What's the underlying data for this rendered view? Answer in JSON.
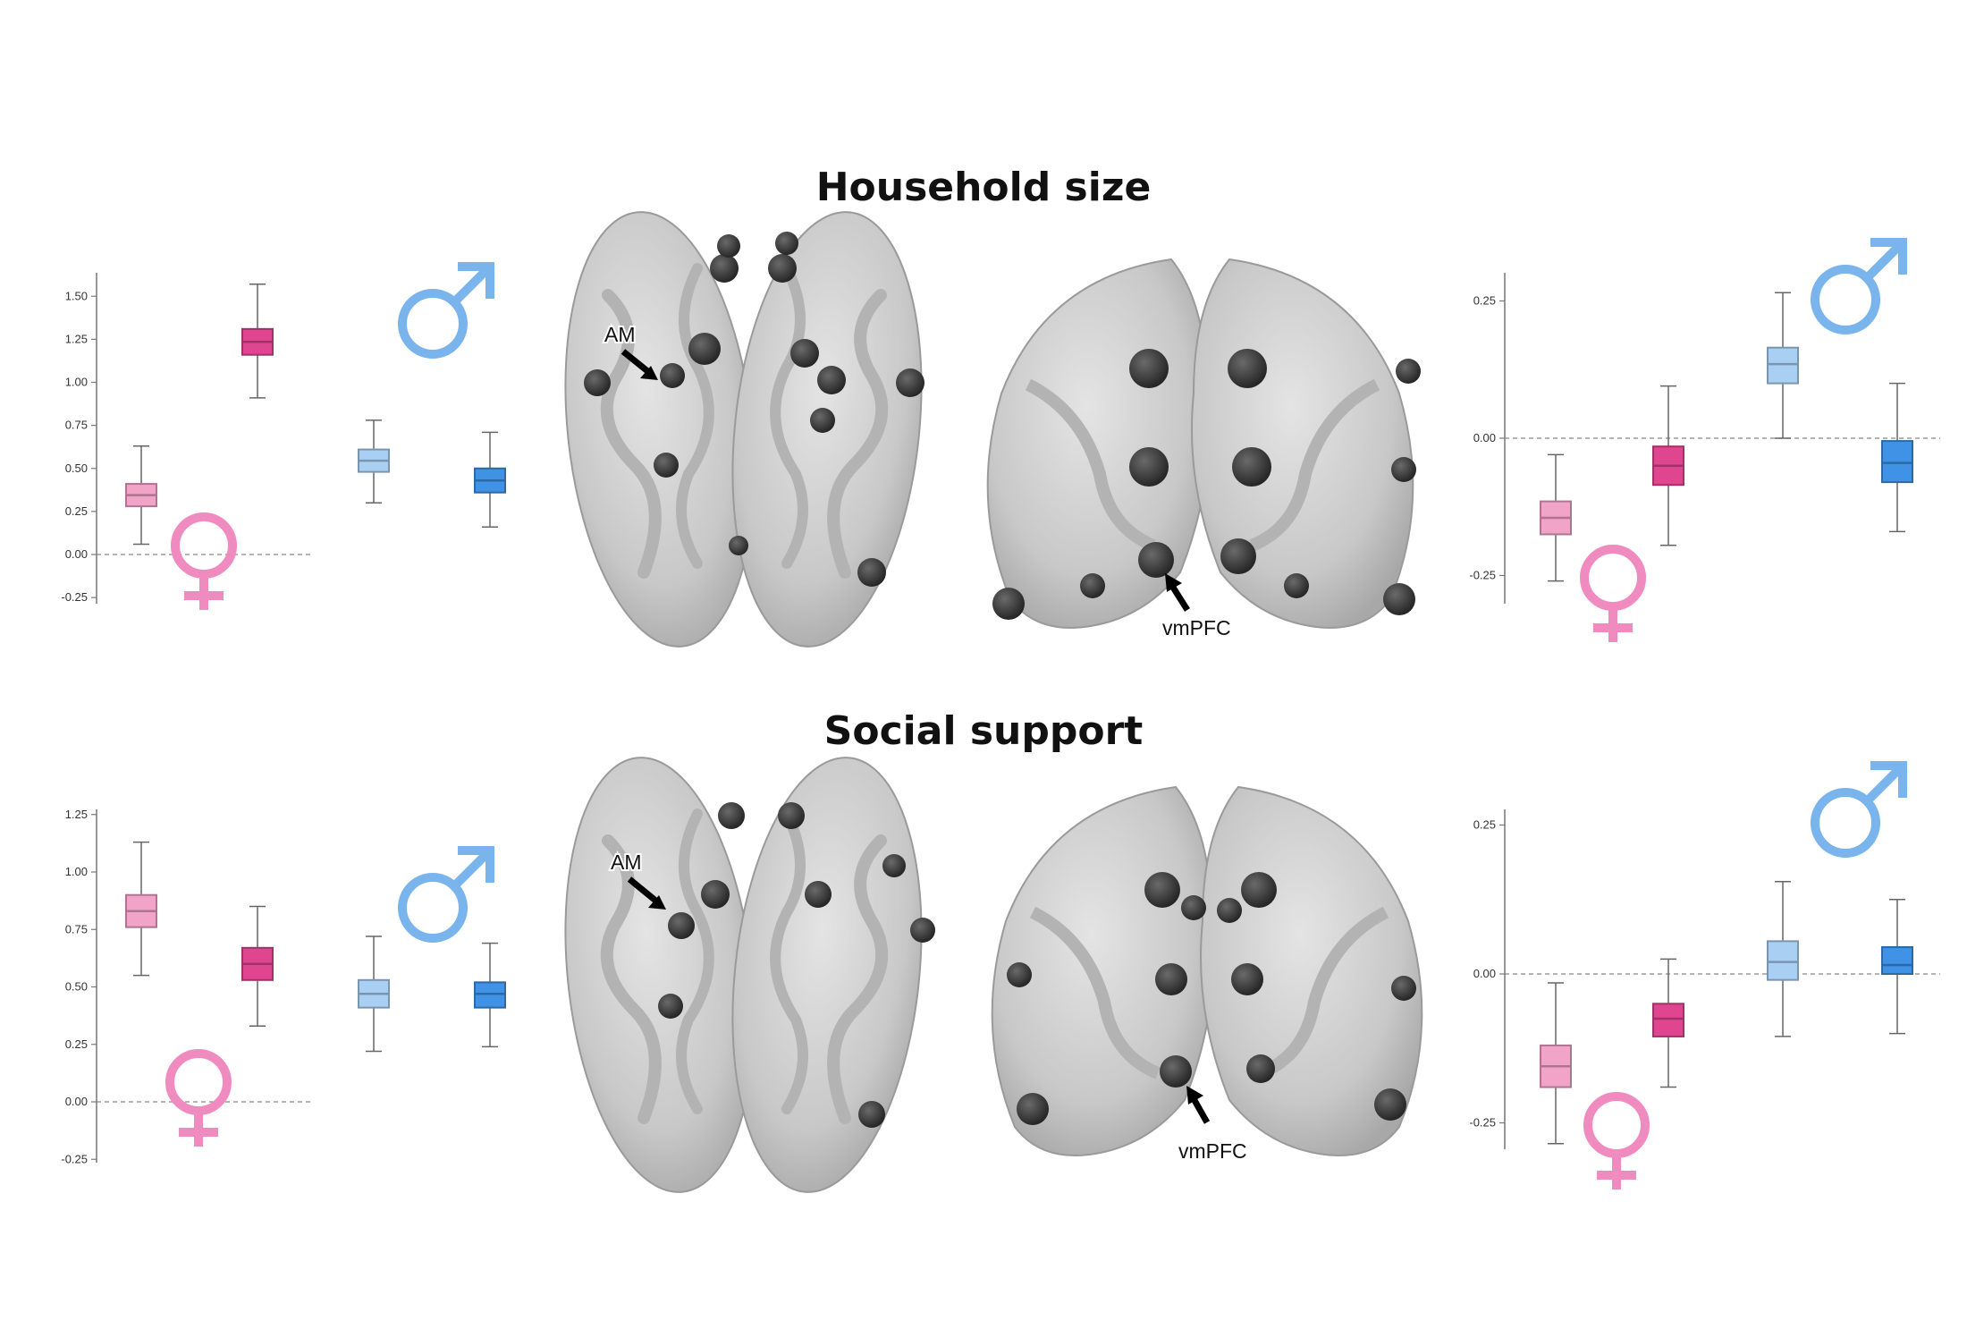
{
  "panels": [
    {
      "title": "Household size",
      "brain_labels": {
        "am": "AM",
        "vmpfc": "vmPFC"
      },
      "chart_data": [
        {
          "type": "box",
          "side": "left",
          "ylim": [
            -0.25,
            1.55
          ],
          "yticks": [
            "1.50",
            "1.25",
            "1.00",
            "0.75",
            "0.50",
            "0.25",
            "0.00",
            "-0.25"
          ],
          "groups": [
            {
              "sex": "female",
              "shade": "light",
              "color": "#f2a3c8",
              "min": 0.06,
              "q1": 0.28,
              "median": 0.345,
              "q3": 0.41,
              "max": 0.63
            },
            {
              "sex": "female",
              "shade": "dark",
              "color": "#e0458f",
              "min": 0.91,
              "q1": 1.16,
              "median": 1.235,
              "q3": 1.31,
              "max": 1.57
            },
            {
              "sex": "male",
              "shade": "light",
              "color": "#a9d0f3",
              "min": 0.3,
              "q1": 0.48,
              "median": 0.545,
              "q3": 0.61,
              "max": 0.78
            },
            {
              "sex": "male",
              "shade": "dark",
              "color": "#3f92e5",
              "min": 0.16,
              "q1": 0.36,
              "median": 0.43,
              "q3": 0.5,
              "max": 0.71
            }
          ]
        },
        {
          "type": "box",
          "side": "right",
          "ylim": [
            -0.3,
            0.3
          ],
          "yticks": [
            "0.25",
            "0.00",
            "-0.25"
          ],
          "groups": [
            {
              "sex": "female",
              "shade": "light",
              "color": "#f2a3c8",
              "min": -0.26,
              "q1": -0.175,
              "median": -0.145,
              "q3": -0.115,
              "max": -0.03
            },
            {
              "sex": "female",
              "shade": "dark",
              "color": "#e0458f",
              "min": -0.195,
              "q1": -0.085,
              "median": -0.05,
              "q3": -0.015,
              "max": 0.095
            },
            {
              "sex": "male",
              "shade": "light",
              "color": "#a9d0f3",
              "min": 0.0,
              "q1": 0.1,
              "median": 0.135,
              "q3": 0.165,
              "max": 0.265
            },
            {
              "sex": "male",
              "shade": "dark",
              "color": "#3f92e5",
              "min": -0.17,
              "q1": -0.08,
              "median": -0.045,
              "q3": -0.005,
              "max": 0.1
            }
          ]
        }
      ]
    },
    {
      "title": "Social support",
      "brain_labels": {
        "am": "AM",
        "vmpfc": "vmPFC"
      },
      "chart_data": [
        {
          "type": "box",
          "side": "left",
          "ylim": [
            -0.25,
            1.28
          ],
          "yticks": [
            "1.25",
            "1.00",
            "0.75",
            "0.50",
            "0.25",
            "0.00",
            "-0.25"
          ],
          "groups": [
            {
              "sex": "female",
              "shade": "light",
              "color": "#f2a3c8",
              "min": 0.55,
              "q1": 0.76,
              "median": 0.83,
              "q3": 0.9,
              "max": 1.13
            },
            {
              "sex": "female",
              "shade": "dark",
              "color": "#e0458f",
              "min": 0.33,
              "q1": 0.53,
              "median": 0.6,
              "q3": 0.67,
              "max": 0.85
            },
            {
              "sex": "male",
              "shade": "light",
              "color": "#a9d0f3",
              "min": 0.22,
              "q1": 0.41,
              "median": 0.47,
              "q3": 0.53,
              "max": 0.72
            },
            {
              "sex": "male",
              "shade": "dark",
              "color": "#3f92e5",
              "min": 0.24,
              "q1": 0.41,
              "median": 0.47,
              "q3": 0.52,
              "max": 0.69
            }
          ]
        },
        {
          "type": "box",
          "side": "right",
          "ylim": [
            -0.3,
            0.28
          ],
          "yticks": [
            "0.25",
            "0.00",
            "-0.25"
          ],
          "groups": [
            {
              "sex": "female",
              "shade": "light",
              "color": "#f2a3c8",
              "min": -0.285,
              "q1": -0.19,
              "median": -0.155,
              "q3": -0.12,
              "max": -0.015
            },
            {
              "sex": "female",
              "shade": "dark",
              "color": "#e0458f",
              "min": -0.19,
              "q1": -0.105,
              "median": -0.075,
              "q3": -0.05,
              "max": 0.025
            },
            {
              "sex": "male",
              "shade": "light",
              "color": "#a9d0f3",
              "min": -0.105,
              "q1": -0.01,
              "median": 0.02,
              "q3": 0.055,
              "max": 0.155
            },
            {
              "sex": "male",
              "shade": "dark",
              "color": "#3f92e5",
              "min": -0.1,
              "q1": 0.0,
              "median": 0.015,
              "q3": 0.045,
              "max": 0.125
            }
          ]
        }
      ]
    }
  ],
  "colors": {
    "female_symbol": "#f08bbf",
    "male_symbol": "#7ab4ec",
    "brain": "#cfcfcf",
    "node": "#3a3a3a"
  }
}
